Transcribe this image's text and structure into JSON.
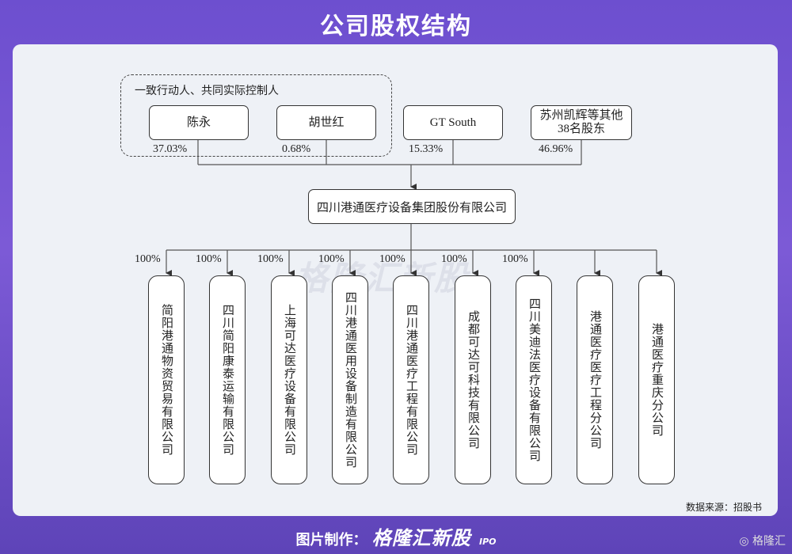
{
  "title": "公司股权结构",
  "group_label": "一致行动人、共同实际控制人",
  "shareholders": [
    {
      "name": "陈永",
      "pct": "37.03%"
    },
    {
      "name": "胡世红",
      "pct": "0.68%"
    },
    {
      "name": "GT South",
      "pct": "15.33%"
    },
    {
      "name": "苏州凯辉等其他\n38名股东",
      "pct": "46.96%"
    }
  ],
  "company": "四川港通医疗设备集团股份有限公司",
  "subsidiaries": [
    {
      "name": "简阳港通物资贸易有限公司",
      "pct": "100%"
    },
    {
      "name": "四川简阳康泰运输有限公司",
      "pct": "100%"
    },
    {
      "name": "上海可达医疗设备有限公司",
      "pct": "100%"
    },
    {
      "name": "四川港通医用设备制造有限公司",
      "pct": "100%"
    },
    {
      "name": "四川港通医疗工程有限公司",
      "pct": "100%"
    },
    {
      "name": "成都可达可科技有限公司",
      "pct": "100%"
    },
    {
      "name": "四川美迪法医疗设备有限公司",
      "pct": "100%"
    },
    {
      "name": "港通医疗医疗工程分公司",
      "pct": ""
    },
    {
      "name": "港通医疗重庆分公司",
      "pct": ""
    }
  ],
  "source": "数据来源：招股书",
  "footer_label": "图片制作：",
  "footer_brand": "格隆汇新股",
  "footer_ipo": "IPO",
  "corner_label": "格隆汇",
  "watermark": "格隆汇新股"
}
